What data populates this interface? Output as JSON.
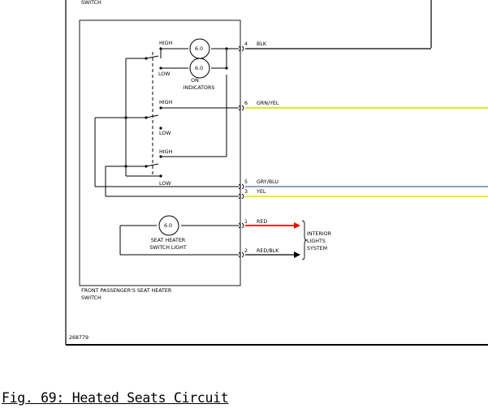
{
  "top_switch_label": "SWITCH",
  "passenger_switch": {
    "label_line1": "FRONT PASSENGER'S SEAT HEATER",
    "label_line2": "SWITCH"
  },
  "positions": {
    "high_1": "HIGH",
    "low_1": "LOW",
    "high_2": "HIGH",
    "low_2": "LOW",
    "high_3": "HIGH",
    "low_3": "LOW"
  },
  "on_indicators": {
    "line1": "ON",
    "line2": "INDICATORS"
  },
  "seat_heater_switch_light": {
    "line1": "SEAT HEATER",
    "line2": "SWITCH LIGHT"
  },
  "lamp_glyph": "6.0",
  "pins": [
    {
      "number": "4",
      "wire": "BLK"
    },
    {
      "number": "6",
      "wire": "GRN/YEL"
    },
    {
      "number": "5",
      "wire": "GRY/BLU"
    },
    {
      "number": "3",
      "wire": "YEL"
    },
    {
      "number": "1",
      "wire": "RED"
    },
    {
      "number": "2",
      "wire": "RED/BLK"
    }
  ],
  "interior_lights_system": {
    "line1": "INTERIOR",
    "line2": "LIGHTS",
    "line3": "SYSTEM"
  },
  "figure_id": "268779",
  "caption": "Fig. 69: Heated Seats Circuit",
  "colors": {
    "grn_yel": "#d4e600",
    "gry_blu": "#8090b8",
    "yel": "#f0ec00",
    "red": "#ff0000"
  }
}
